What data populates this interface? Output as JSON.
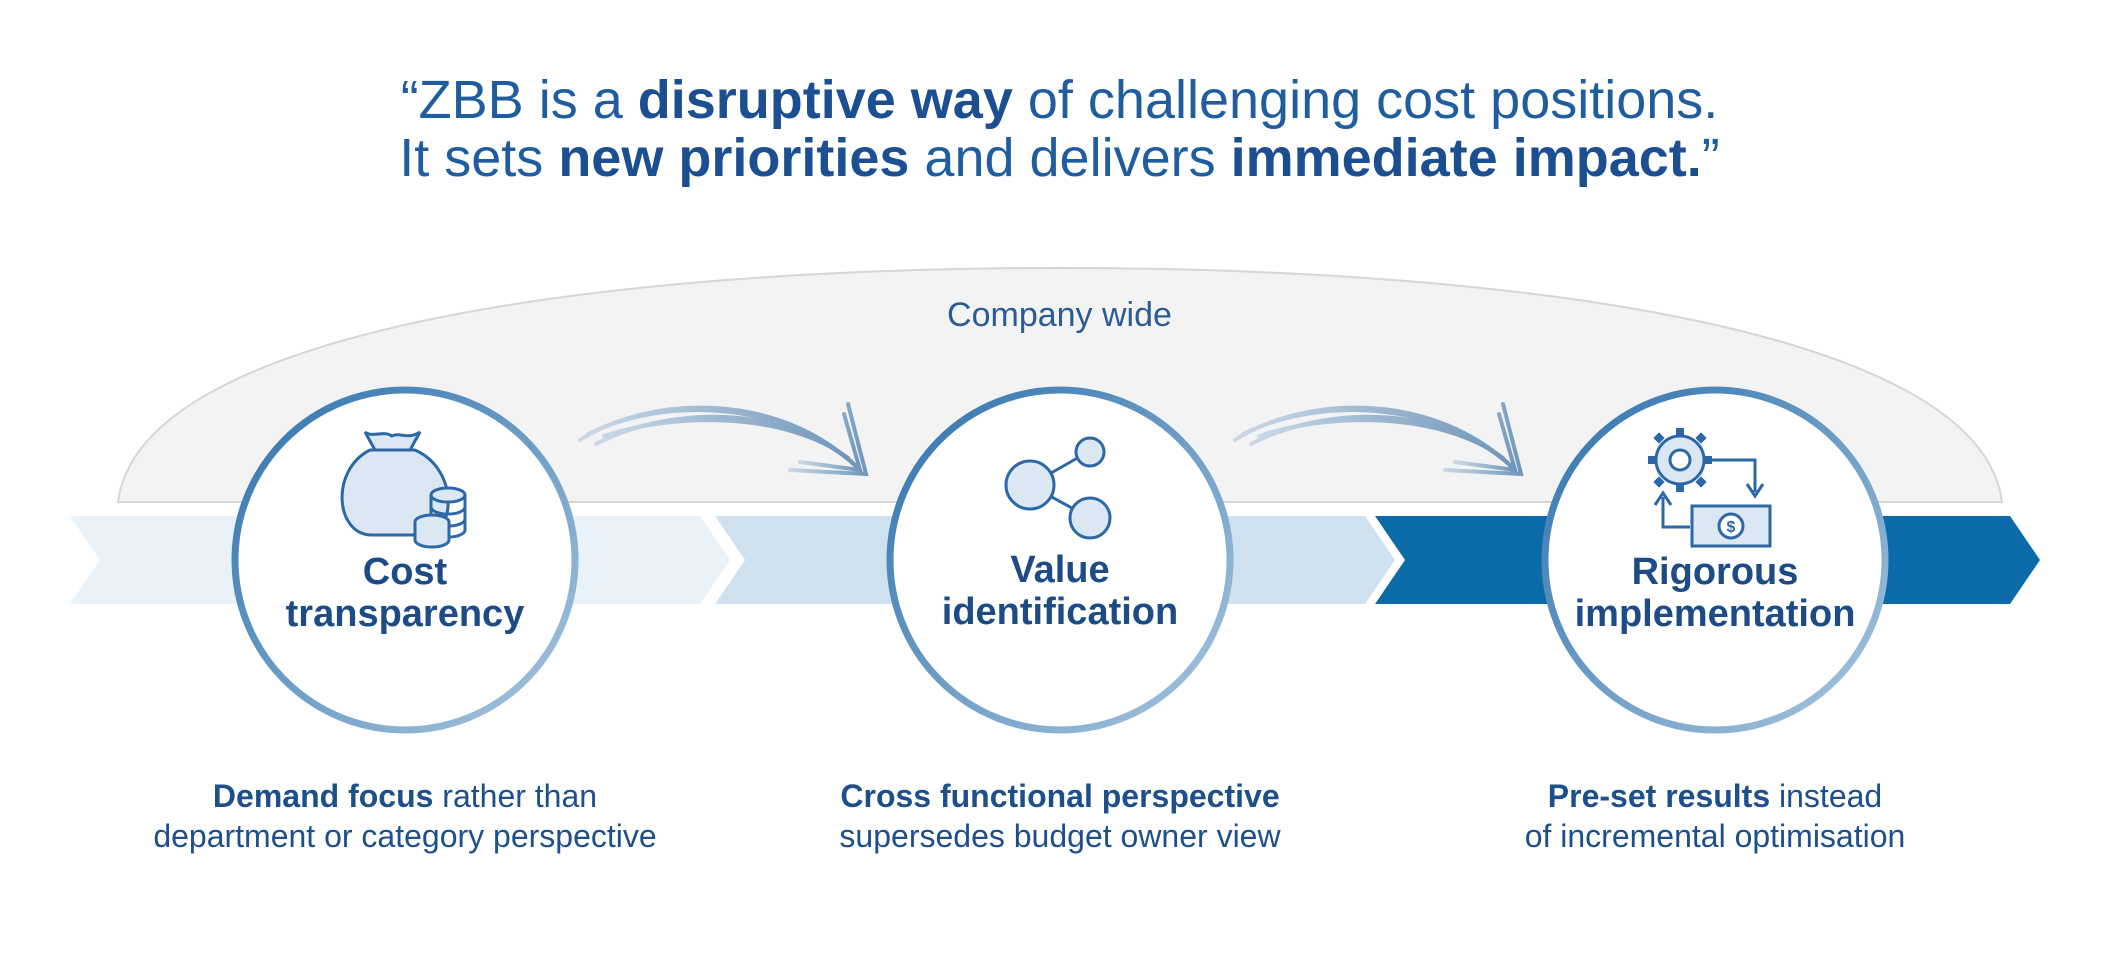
{
  "quote": {
    "open": "“",
    "line1": {
      "t1": "ZBB is a ",
      "b1": "disruptive way",
      "t2": " of challenging cost positions."
    },
    "line2": {
      "t1": "It sets ",
      "b1": "new priorities",
      "t2": " and delivers ",
      "b2": "immediate impact.",
      "close": "”"
    }
  },
  "scope_label": "Company wide",
  "steps": [
    {
      "icon": "money-bag-icon",
      "title_line1": "Cost",
      "title_line2": "transparency",
      "caption_bold": "Demand focus",
      "caption_rest1": " rather than",
      "caption_line2": "department or category perspective"
    },
    {
      "icon": "network-nodes-icon",
      "title_line1": "Value",
      "title_line2": "identification",
      "caption_bold": "Cross functional perspective",
      "caption_rest1": "",
      "caption_line2": "supersedes budget owner view"
    },
    {
      "icon": "gear-cash-cycle-icon",
      "title_line1": "Rigorous",
      "title_line2": "implementation",
      "caption_bold": "Pre-set results",
      "caption_rest1": " instead",
      "caption_line2": "of incremental optimisation"
    }
  ],
  "currency_symbol": "$",
  "colors": {
    "dark_blue": "#1c4f91",
    "chevron_light": "#e8f2f8",
    "chevron_mid": "#cfe0ee",
    "chevron_dark": "#0b6aa8",
    "circle_ring": "#4f8fc0",
    "arc_fill": "#f3f3f3"
  }
}
